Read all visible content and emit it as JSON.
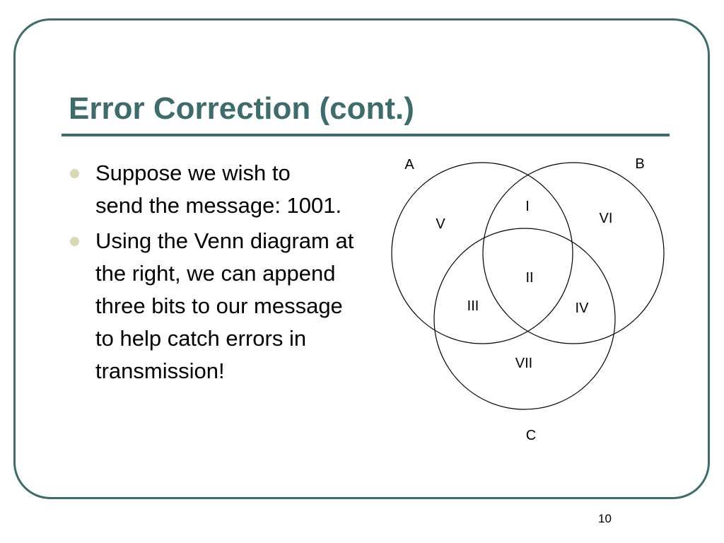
{
  "slide": {
    "title": "Error Correction (cont.)",
    "bullets": [
      "Suppose we wish to send the message: 1001.",
      "Using the Venn diagram at the right, we can append three bits to our message to help catch errors in transmission!"
    ],
    "page_number": "10"
  },
  "venn": {
    "set_labels": {
      "a": "A",
      "b": "B",
      "c": "C"
    },
    "region_labels": {
      "i": "I",
      "ii": "II",
      "iii": "III",
      "iv": "IV",
      "v": "V",
      "vi": "VI",
      "vii": "VII"
    }
  },
  "colors": {
    "accent": "#3e6b6b",
    "bullet_dot": "#d8d8b4",
    "text": "#000000"
  }
}
